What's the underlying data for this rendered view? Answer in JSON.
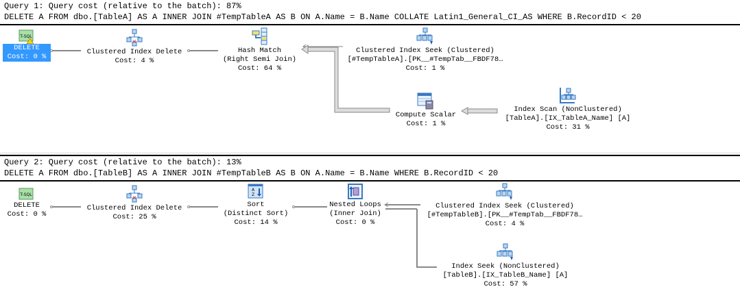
{
  "queries": [
    {
      "header": "Query 1: Query cost (relative to the batch): 87%",
      "sql": "DELETE A FROM dbo.[TableA] AS A INNER JOIN #TempTableA AS B ON A.Name = B.Name COLLATE Latin1_General_CI_AS WHERE B.RecordID < 20",
      "nodes": [
        {
          "icon": "tsql-icon",
          "lines": [
            "DELETE",
            "Cost: 0 %"
          ],
          "selected": true,
          "warning": true
        },
        {
          "icon": "clustered-index-delete-icon",
          "lines": [
            "Clustered Index Delete",
            "Cost: 4 %"
          ]
        },
        {
          "icon": "hash-match-icon",
          "lines": [
            "Hash Match",
            "(Right Semi Join)",
            "Cost: 64 %"
          ]
        },
        {
          "icon": "clustered-index-seek-icon",
          "lines": [
            "Clustered Index Seek (Clustered)",
            "[#TempTableA].[PK__#TempTab__FBDF78…",
            "Cost: 1 %"
          ]
        },
        {
          "icon": "compute-scalar-icon",
          "lines": [
            "Compute Scalar",
            "Cost: 1 %"
          ]
        },
        {
          "icon": "index-scan-icon",
          "lines": [
            "Index Scan (NonClustered)",
            "[TableA].[IX_TableA_Name] [A]",
            "Cost: 31 %"
          ]
        }
      ]
    },
    {
      "header": "Query 2: Query cost (relative to the batch): 13%",
      "sql": "DELETE A FROM dbo.[TableB] AS A INNER JOIN #TempTableB AS B ON A.Name = B.Name WHERE B.RecordID < 20",
      "nodes": [
        {
          "icon": "tsql-icon",
          "lines": [
            "DELETE",
            "Cost: 0 %"
          ]
        },
        {
          "icon": "clustered-index-delete-icon",
          "lines": [
            "Clustered Index Delete",
            "Cost: 25 %"
          ]
        },
        {
          "icon": "sort-icon",
          "lines": [
            "Sort",
            "(Distinct Sort)",
            "Cost: 14 %"
          ]
        },
        {
          "icon": "nested-loops-icon",
          "lines": [
            "Nested Loops",
            "(Inner Join)",
            "Cost: 0 %"
          ]
        },
        {
          "icon": "clustered-index-seek-icon",
          "lines": [
            "Clustered Index Seek (Clustered)",
            "[#TempTableB].[PK__#TempTab__FBDF78…",
            "Cost: 4 %"
          ]
        },
        {
          "icon": "index-seek-icon",
          "lines": [
            "Index Seek (NonClustered)",
            "[TableB].[IX_TableB_Name] [A]",
            "Cost: 57 %"
          ]
        }
      ]
    }
  ]
}
